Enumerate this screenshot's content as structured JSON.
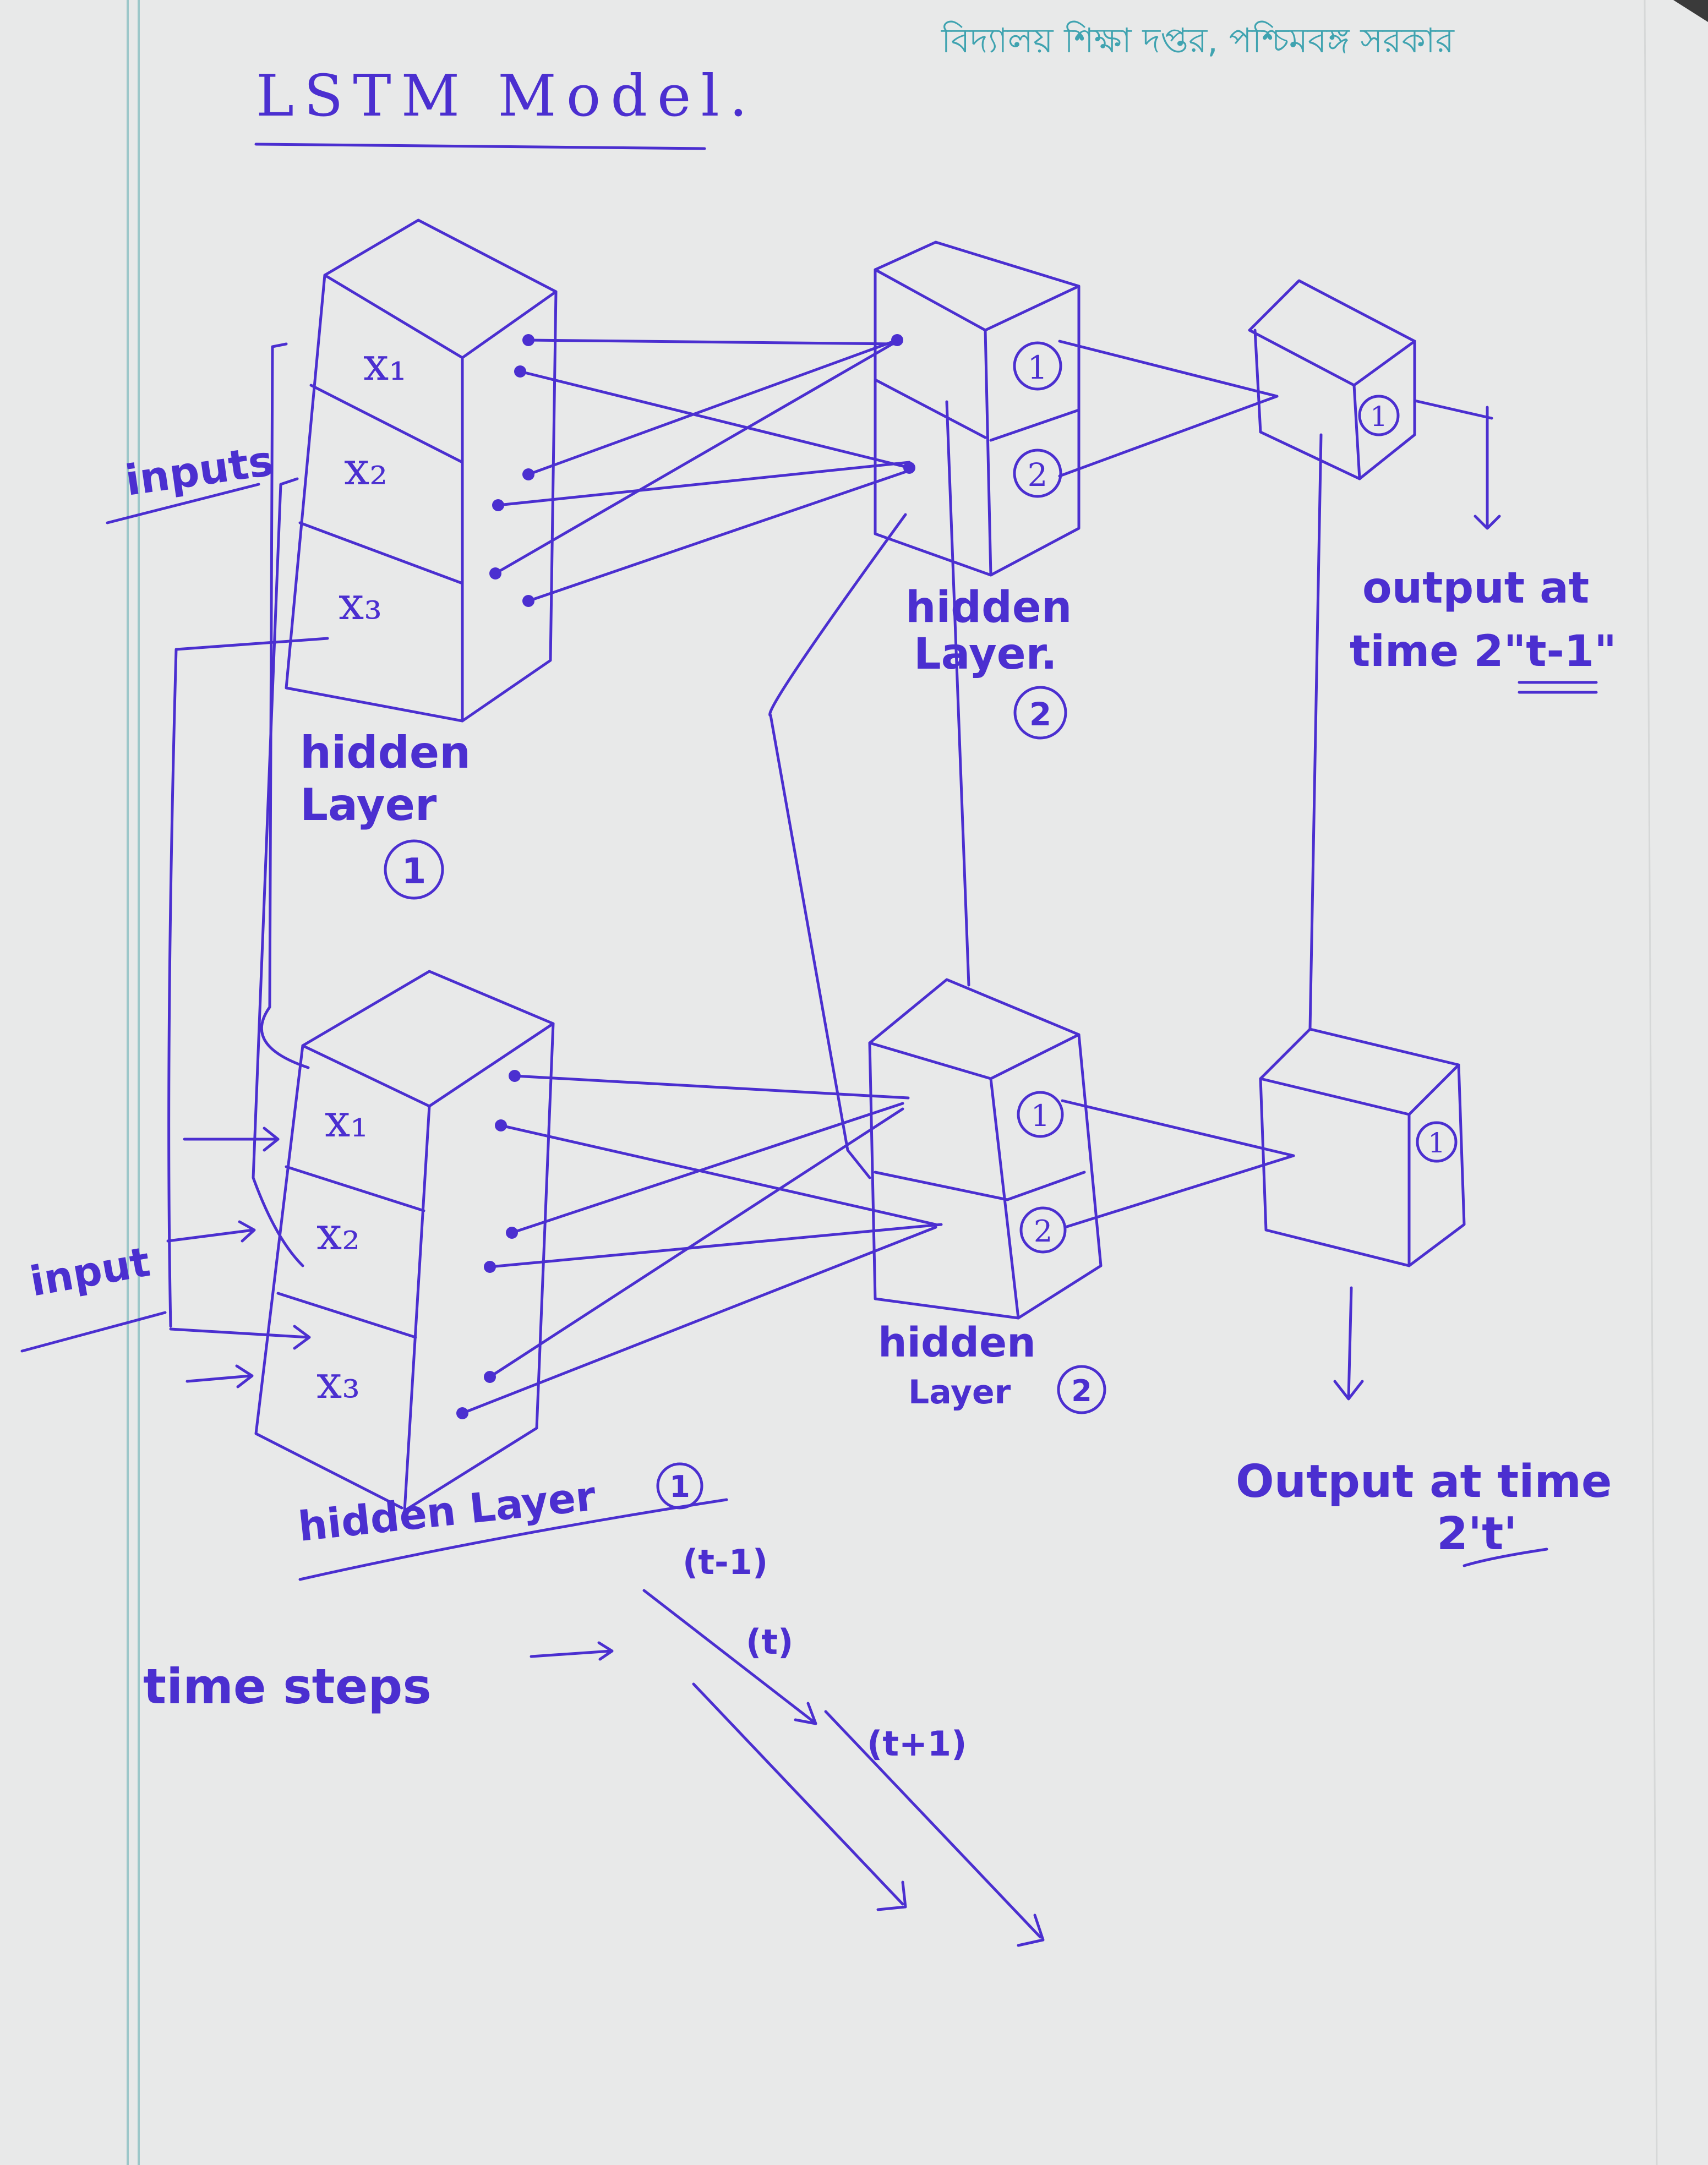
{
  "header": {
    "school_text": "বিদ্যালয় শিক্ষা দপ্তর, পশ্চিমবঙ্গ সরকার"
  },
  "title": "LSTM Model.",
  "stack_t_minus_1": {
    "cells": [
      "x₁",
      "x₂",
      "x₃"
    ],
    "label_line1": "hidden",
    "label_line2": "Layer",
    "label_num": "1",
    "side_label": "inputs"
  },
  "hidden2_t_minus_1": {
    "units": [
      "1",
      "2"
    ],
    "label_line1": "hidden",
    "label_line2": "Layer.",
    "label_num": "2"
  },
  "output_cube_t_minus_1": {
    "unit": "1",
    "label_line1": "output at",
    "label_line2": "time 2\"t-1\""
  },
  "stack_t": {
    "cells": [
      "x₁",
      "x₂",
      "x₃"
    ],
    "label": "hidden Layer",
    "label_num": "1",
    "side_label": "input"
  },
  "hidden2_t": {
    "units": [
      "1",
      "2"
    ],
    "label_line1": "hidden",
    "label_line2": "Layer",
    "label_num": "2"
  },
  "output_cube_t": {
    "unit": "1",
    "label_line1": "Output at time",
    "label_line2": "2't'"
  },
  "time_steps": {
    "label": "time steps",
    "markers": [
      "(t-1)",
      "(t)",
      "(t+1)"
    ]
  }
}
